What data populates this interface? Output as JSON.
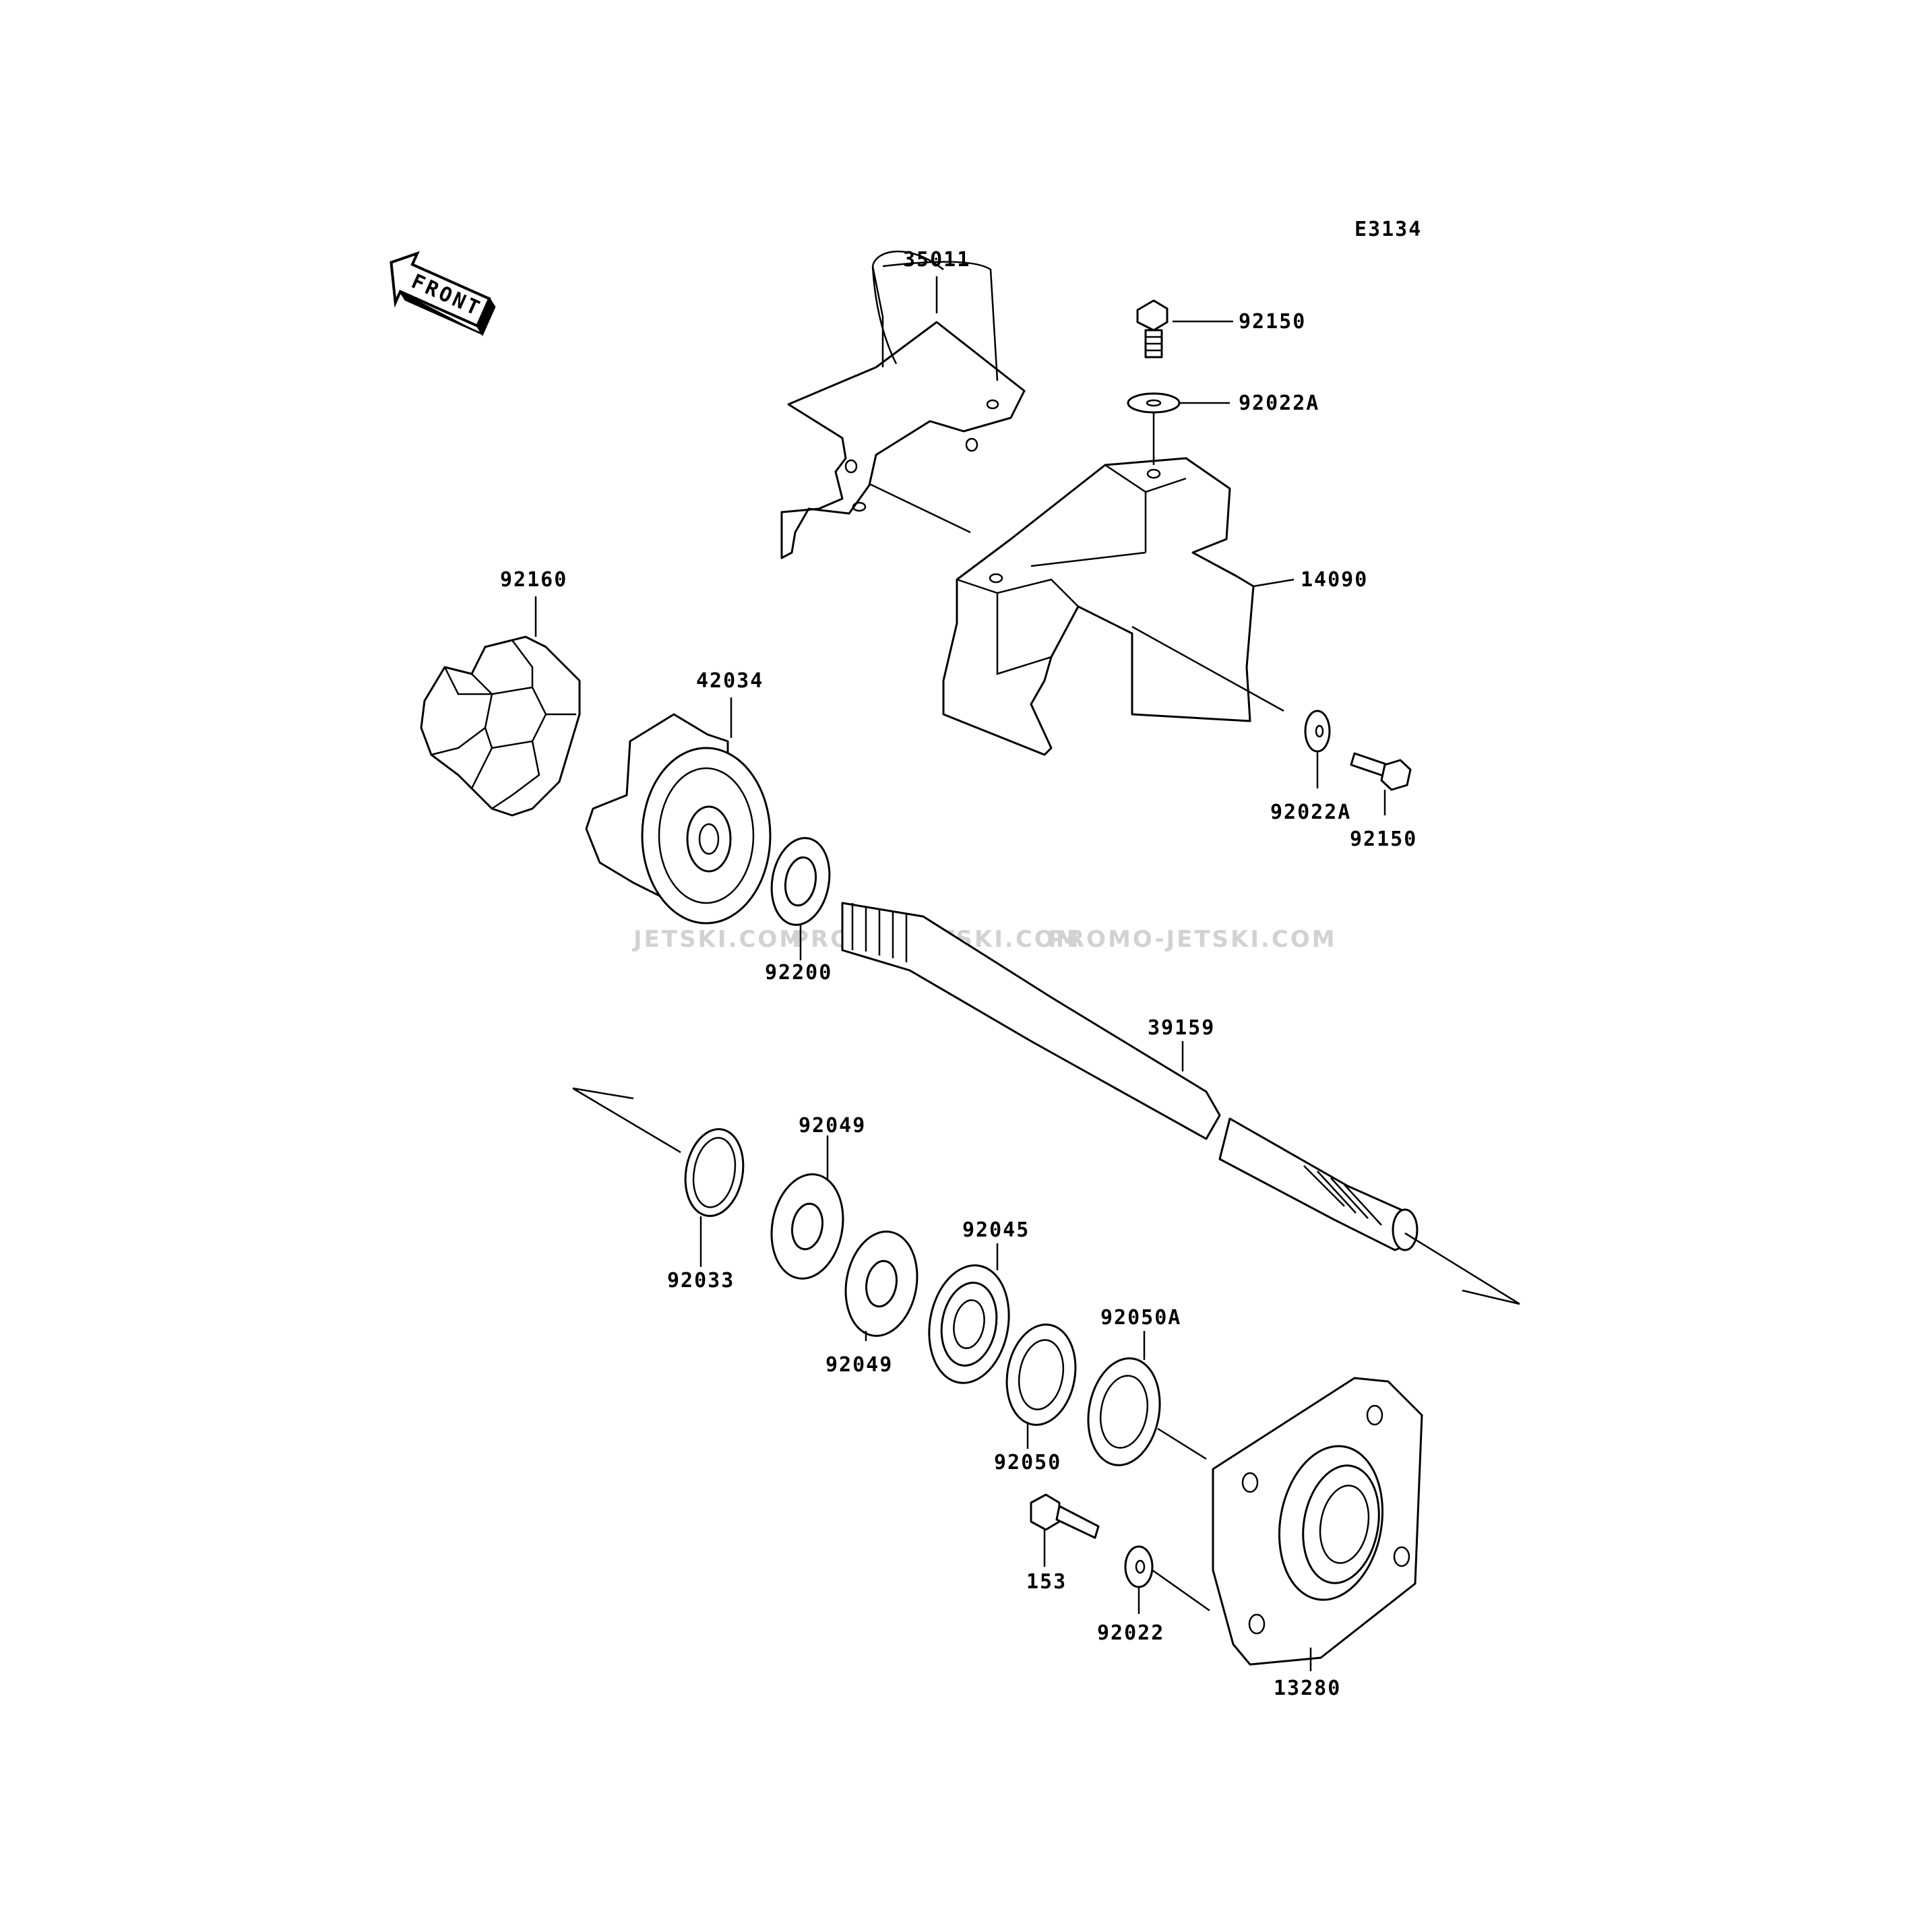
{
  "diagram_code": "E3134",
  "front_arrow_text": "FRONT",
  "watermark": [
    "JETSKI.COM",
    "PROMO-JETSKI.COM",
    "PROMO-JETSKI.COM"
  ],
  "part_numbers": {
    "p35011": "35011",
    "p92150_top": "92150",
    "p92022A_top": "92022A",
    "p14090": "14090",
    "p92022A_bottom": "92022A",
    "p92150_bottom": "92150",
    "p92160": "92160",
    "p42034": "42034",
    "p92200": "92200",
    "p39159": "39159",
    "p92049_top": "92049",
    "p92033": "92033",
    "p92049_bottom": "92049",
    "p92045": "92045",
    "p92050A": "92050A",
    "p92050": "92050",
    "p153": "153",
    "p92022": "92022",
    "p13280": "13280"
  }
}
